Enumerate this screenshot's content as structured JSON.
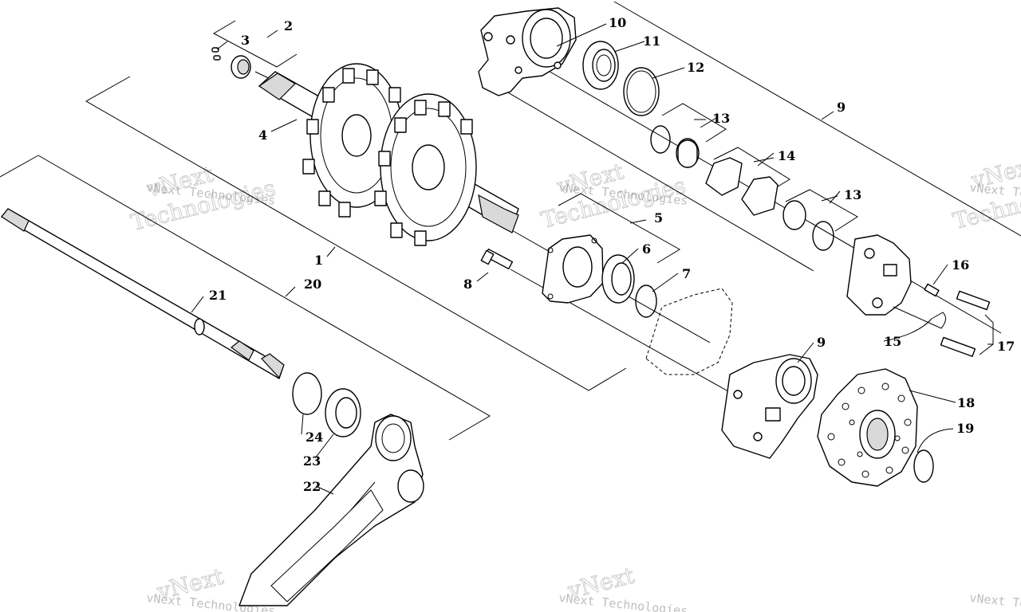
{
  "diagram": {
    "callouts": [
      "1",
      "2",
      "3",
      "4",
      "5",
      "6",
      "7",
      "8",
      "9",
      "9",
      "10",
      "11",
      "12",
      "13",
      "13",
      "14",
      "15",
      "16",
      "17",
      "18",
      "19",
      "20",
      "21",
      "22",
      "23",
      "24"
    ],
    "watermark": {
      "line1": "vNext",
      "line2": "Technologies",
      "small": "vNext Technologies"
    }
  }
}
